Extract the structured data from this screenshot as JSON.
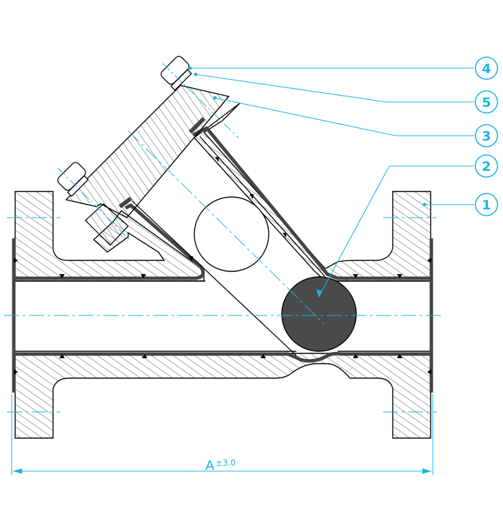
{
  "colors": {
    "line": "#000000",
    "hatch": "#3a3a3a",
    "accent": "#1ab3e6",
    "lining": "#454545",
    "ball": "#4a4a4a"
  },
  "callouts": [
    {
      "id": "1",
      "label": "1"
    },
    {
      "id": "2",
      "label": "2"
    },
    {
      "id": "3",
      "label": "3"
    },
    {
      "id": "4",
      "label": "4"
    },
    {
      "id": "5",
      "label": "5"
    }
  ],
  "dimension": {
    "label": "A",
    "tolerance": "±3.0"
  }
}
